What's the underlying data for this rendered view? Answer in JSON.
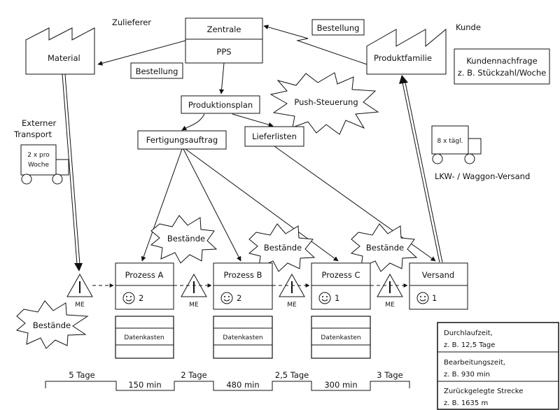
{
  "supplier": {
    "caption": "Zulieferer",
    "label": "Material"
  },
  "customer": {
    "caption": "Kunde",
    "label": "Produktfamilie"
  },
  "central": {
    "title": "Zentrale",
    "subtitle": "PPS"
  },
  "orders": {
    "to_central": "Bestellung",
    "to_supplier": "Bestellung"
  },
  "demand": {
    "line1": "Kundennachfrage",
    "line2": "z. B. Stückzahl/Woche"
  },
  "push_label": "Push-Steuerung",
  "plan": {
    "production_plan": "Produktionsplan",
    "work_order": "Fertigungsauftrag",
    "delivery_lists": "Lieferlisten"
  },
  "external_transport": {
    "line1": "Externer",
    "line2": "Transport",
    "truck_line1": "2 x pro",
    "truck_line2": "Woche"
  },
  "outbound": {
    "truck_label": "8 x tägl.",
    "caption": "LKW- / Waggon-Versand"
  },
  "inventory_label": "Bestände",
  "inventory_marker": "ME",
  "processes": [
    {
      "name": "Prozess A",
      "operators": "2",
      "data_box": "Datenkasten"
    },
    {
      "name": "Prozess B",
      "operators": "2",
      "data_box": "Datenkasten"
    },
    {
      "name": "Prozess C",
      "operators": "1",
      "data_box": "Datenkasten"
    },
    {
      "name": "Versand",
      "operators": "1"
    }
  ],
  "timeline": {
    "waits": [
      "5 Tage",
      "2 Tage",
      "2,5 Tage",
      "3 Tage"
    ],
    "process_times": [
      "150 min",
      "480 min",
      "300 min"
    ]
  },
  "summary": {
    "lead_time": {
      "label": "Durchlaufzeit,",
      "value": "z. B. 12,5 Tage"
    },
    "processing_time": {
      "label": "Bearbeitungszeit,",
      "value": "z. B. 930 min"
    },
    "distance": {
      "label": "Zurückgelegte Strecke",
      "value": "z. B. 1635 m"
    }
  }
}
